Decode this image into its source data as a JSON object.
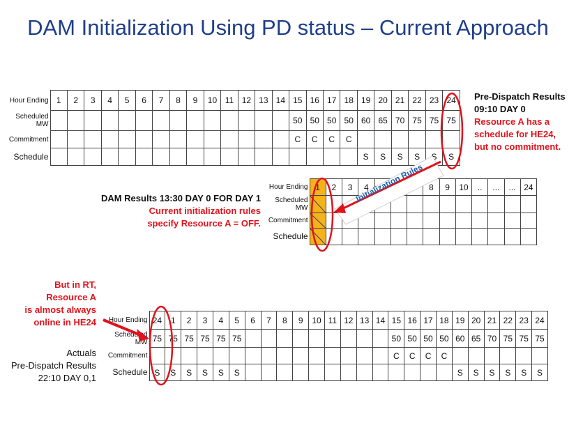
{
  "title": "DAM Initialization Using PD status – Current Approach",
  "colors": {
    "title": "#1f3e8a",
    "highlight_red": "#e0131c",
    "cell_highlight": "#f5b21a",
    "arrow_label": "#1f5fb0"
  },
  "row_labels": {
    "hour_ending": "Hour Ending",
    "scheduled_mw": "Scheduled MW",
    "commitment": "Commitment",
    "schedule": "Schedule"
  },
  "table1": {
    "hours": [
      "1",
      "2",
      "3",
      "4",
      "5",
      "6",
      "7",
      "8",
      "9",
      "10",
      "11",
      "12",
      "13",
      "14",
      "15",
      "16",
      "17",
      "18",
      "19",
      "20",
      "21",
      "22",
      "23",
      "24"
    ],
    "scheduled_mw": [
      "",
      "",
      "",
      "",
      "",
      "",
      "",
      "",
      "",
      "",
      "",
      "",
      "",
      "",
      "50",
      "50",
      "50",
      "50",
      "60",
      "65",
      "70",
      "75",
      "75",
      "75"
    ],
    "commitment": [
      "",
      "",
      "",
      "",
      "",
      "",
      "",
      "",
      "",
      "",
      "",
      "",
      "",
      "",
      "C",
      "C",
      "C",
      "C",
      "",
      "",
      "",
      "",
      "",
      ""
    ],
    "schedule": [
      "",
      "",
      "",
      "",
      "",
      "",
      "",
      "",
      "",
      "",
      "",
      "",
      "",
      "",
      "",
      "",
      "",
      "",
      "S",
      "S",
      "S",
      "S",
      "S",
      "S"
    ]
  },
  "table2": {
    "hours": [
      "1",
      "2",
      "3",
      "4",
      "5",
      "6",
      "7",
      "8",
      "9",
      "10",
      "..",
      "...",
      "...",
      "24"
    ]
  },
  "table3": {
    "hours": [
      "24",
      "1",
      "2",
      "3",
      "4",
      "5",
      "6",
      "7",
      "8",
      "9",
      "10",
      "11",
      "12",
      "13",
      "14",
      "15",
      "16",
      "17",
      "18",
      "19",
      "20",
      "21",
      "22",
      "23",
      "24"
    ],
    "scheduled_mw": [
      "75",
      "75",
      "75",
      "75",
      "75",
      "75",
      "",
      "",
      "",
      "",
      "",
      "",
      "",
      "",
      "",
      "50",
      "50",
      "50",
      "50",
      "60",
      "65",
      "70",
      "75",
      "75",
      "75"
    ],
    "commitment": [
      "",
      "",
      "",
      "",
      "",
      "",
      "",
      "",
      "",
      "",
      "",
      "",
      "",
      "",
      "",
      "C",
      "C",
      "C",
      "C",
      "",
      "",
      "",
      "",
      "",
      ""
    ],
    "schedule": [
      "S",
      "S",
      "S",
      "S",
      "S",
      "S",
      "",
      "",
      "",
      "",
      "",
      "",
      "",
      "",
      "",
      "",
      "",
      "",
      "",
      "S",
      "S",
      "S",
      "S",
      "S",
      "S"
    ]
  },
  "pd_results": {
    "heading": "Pre-Dispatch Results",
    "time": "09:10 DAY 0",
    "line1": "Resource A has a",
    "line2": "schedule for HE24,",
    "line3": "but no commitment."
  },
  "dam_results": {
    "heading": "DAM Results 13:30 DAY 0 FOR DAY 1",
    "line1": "Current initialization rules",
    "line2": "specify Resource A = OFF."
  },
  "init_rules_label": "Initialization Rules",
  "rt_note": {
    "line1": "But in RT,",
    "line2": "Resource A",
    "line3": "is almost always",
    "line4": "online in HE24"
  },
  "actuals": {
    "line1": "Actuals",
    "line2": "Pre-Dispatch Results",
    "line3": "22:10 DAY 0,1"
  }
}
